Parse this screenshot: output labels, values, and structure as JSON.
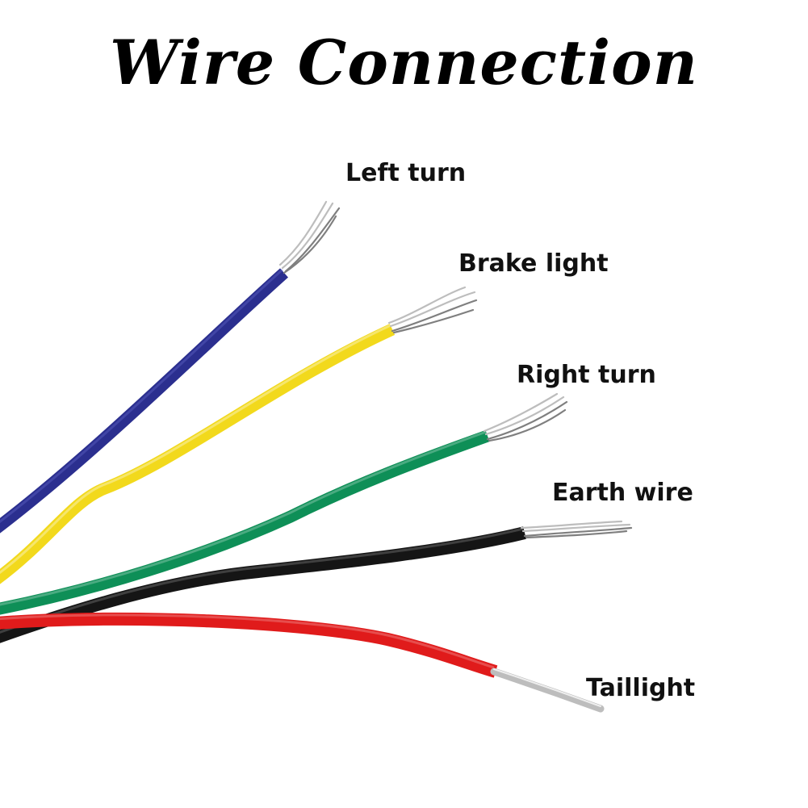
{
  "title": "Wire Connection",
  "wires": [
    {
      "label": "Left turn",
      "color": "#2b2f8f"
    },
    {
      "label": "Brake light",
      "color": "#f2d91c"
    },
    {
      "label": "Right turn",
      "color": "#0e8f57"
    },
    {
      "label": "Earth wire",
      "color": "#151515"
    },
    {
      "label": "Taillight",
      "color": "#e01b1b"
    }
  ],
  "colors": {
    "strand": "#bdbdbd",
    "strand_dark": "#7f7f7f"
  }
}
